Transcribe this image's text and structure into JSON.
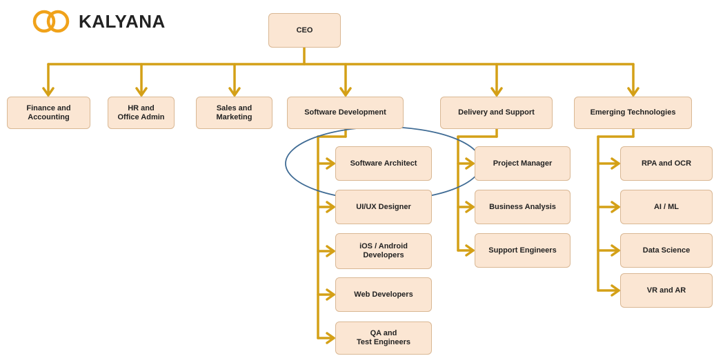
{
  "brand": {
    "name": "KALYANA",
    "accent": "#f0a21a"
  },
  "colors": {
    "box_fill": "#fbe6d3",
    "box_border": "#d9b793",
    "connector": "#d4a017",
    "highlight": "#3f6b94"
  },
  "root": {
    "label": "CEO"
  },
  "departments": [
    {
      "id": "finance",
      "label": "Finance and\nAccounting",
      "children": []
    },
    {
      "id": "hr",
      "label": "HR and\nOffice Admin",
      "children": []
    },
    {
      "id": "sales",
      "label": "Sales and\nMarketing",
      "children": []
    },
    {
      "id": "software",
      "label": "Software Development",
      "children": [
        "Software Architect",
        "UI/UX Designer",
        "iOS / Android\nDevelopers",
        "Web Developers",
        "QA and\nTest Engineers"
      ]
    },
    {
      "id": "delivery",
      "label": "Delivery and Support",
      "children": [
        "Project Manager",
        "Business Analysis",
        "Support Engineers"
      ]
    },
    {
      "id": "emerging",
      "label": "Emerging Technologies",
      "children": [
        "RPA and OCR",
        "AI / ML",
        "Data Science",
        "VR and AR"
      ]
    }
  ],
  "highlighted": "Software Architect"
}
